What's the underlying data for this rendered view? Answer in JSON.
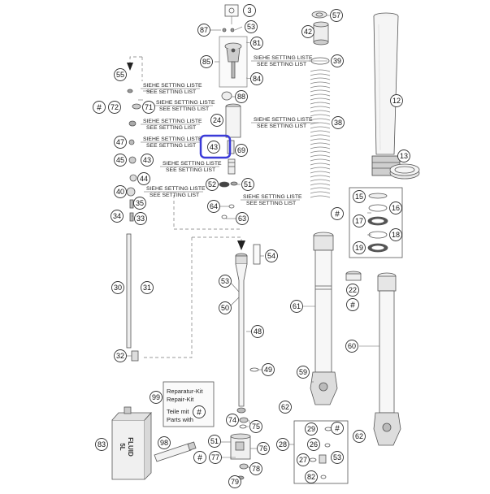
{
  "callouts": [
    {
      "id": "c3",
      "label": "3"
    },
    {
      "id": "c57",
      "label": "57"
    },
    {
      "id": "c87",
      "label": "87"
    },
    {
      "id": "c53a",
      "label": "53"
    },
    {
      "id": "c42",
      "label": "42"
    },
    {
      "id": "c81",
      "label": "81"
    },
    {
      "id": "c85",
      "label": "85"
    },
    {
      "id": "c39",
      "label": "39"
    },
    {
      "id": "c84",
      "label": "84"
    },
    {
      "id": "c55",
      "label": "55"
    },
    {
      "id": "c12",
      "label": "12"
    },
    {
      "id": "c88",
      "label": "88"
    },
    {
      "id": "c72",
      "label": "72"
    },
    {
      "id": "c71",
      "label": "71"
    },
    {
      "id": "c24",
      "label": "24"
    },
    {
      "id": "c38",
      "label": "38"
    },
    {
      "id": "c47",
      "label": "47"
    },
    {
      "id": "c43a",
      "label": "43"
    },
    {
      "id": "c69",
      "label": "69"
    },
    {
      "id": "c45",
      "label": "45"
    },
    {
      "id": "c43b",
      "label": "43"
    },
    {
      "id": "c13",
      "label": "13"
    },
    {
      "id": "c44",
      "label": "44"
    },
    {
      "id": "c52",
      "label": "52"
    },
    {
      "id": "c51a",
      "label": "51"
    },
    {
      "id": "c40",
      "label": "40"
    },
    {
      "id": "c35",
      "label": "35"
    },
    {
      "id": "c15",
      "label": "15"
    },
    {
      "id": "c64",
      "label": "64"
    },
    {
      "id": "c16",
      "label": "16"
    },
    {
      "id": "c34",
      "label": "34"
    },
    {
      "id": "c33",
      "label": "33"
    },
    {
      "id": "c63",
      "label": "63"
    },
    {
      "id": "c17",
      "label": "17"
    },
    {
      "id": "c18",
      "label": "18"
    },
    {
      "id": "c19",
      "label": "19"
    },
    {
      "id": "c54",
      "label": "54"
    },
    {
      "id": "c53b",
      "label": "53"
    },
    {
      "id": "c22",
      "label": "22"
    },
    {
      "id": "c30",
      "label": "30"
    },
    {
      "id": "c31",
      "label": "31"
    },
    {
      "id": "c50",
      "label": "50"
    },
    {
      "id": "c61",
      "label": "61"
    },
    {
      "id": "c48",
      "label": "48"
    },
    {
      "id": "c60",
      "label": "60"
    },
    {
      "id": "c32",
      "label": "32"
    },
    {
      "id": "c49",
      "label": "49"
    },
    {
      "id": "c59",
      "label": "59"
    },
    {
      "id": "c99",
      "label": "99"
    },
    {
      "id": "c62a",
      "label": "62"
    },
    {
      "id": "c74",
      "label": "74"
    },
    {
      "id": "c75",
      "label": "75"
    },
    {
      "id": "c29",
      "label": "29"
    },
    {
      "id": "c98",
      "label": "98"
    },
    {
      "id": "c83",
      "label": "83"
    },
    {
      "id": "c51b",
      "label": "51"
    },
    {
      "id": "c76",
      "label": "76"
    },
    {
      "id": "c28",
      "label": "28"
    },
    {
      "id": "c26",
      "label": "26"
    },
    {
      "id": "c62b",
      "label": "62"
    },
    {
      "id": "c77",
      "label": "77"
    },
    {
      "id": "c27",
      "label": "27"
    },
    {
      "id": "c53c",
      "label": "53"
    },
    {
      "id": "c78",
      "label": "78"
    },
    {
      "id": "c82",
      "label": "82"
    },
    {
      "id": "c79",
      "label": "79"
    }
  ],
  "hash_markers": [
    {
      "id": "h72",
      "label": "#"
    },
    {
      "id": "h15",
      "label": "#"
    },
    {
      "id": "h22",
      "label": "#"
    },
    {
      "id": "h99",
      "label": "#"
    },
    {
      "id": "h77",
      "label": "#"
    },
    {
      "id": "h29",
      "label": "#"
    }
  ],
  "setting_notes": [
    {
      "id": "n1",
      "line1": "SIEHE SETTING LISTE",
      "line2": "SEE SETTING LIST"
    },
    {
      "id": "n2",
      "line1": "SIEHE SETTING LISTE",
      "line2": "SEE SETTING LIST"
    },
    {
      "id": "n3",
      "line1": "SIEHE SETTING LISTE",
      "line2": "SEE SETTING LIST"
    },
    {
      "id": "n4",
      "line1": "SIEHE SETTING LISTE",
      "line2": "SEE SETTING LIST"
    },
    {
      "id": "n5",
      "line1": "SIEHE SETTING LISTE",
      "line2": "SEE SETTING LIST"
    },
    {
      "id": "n6",
      "line1": "SIEHE SETTING LISTE",
      "line2": "SEE SETTING LIST"
    },
    {
      "id": "n7",
      "line1": "SIEHE SETTING LISTE",
      "line2": "SEE SETTING LIST"
    },
    {
      "id": "n8",
      "line1": "SIEHE SETTING LISTE",
      "line2": "SEE SETTING LIST"
    },
    {
      "id": "n9",
      "line1": "SIEHE SETTING LISTE",
      "line2": "SEE SETTING LIST"
    }
  ],
  "repair_kit": {
    "line1": "Reparatur-Kit",
    "line2": "Repair-Kit",
    "line3": "Teile mit",
    "line4": "Parts with"
  },
  "fluid_can": {
    "line1": "FLUID",
    "line2": "5L"
  },
  "highlight_color": "#3a3ad8"
}
